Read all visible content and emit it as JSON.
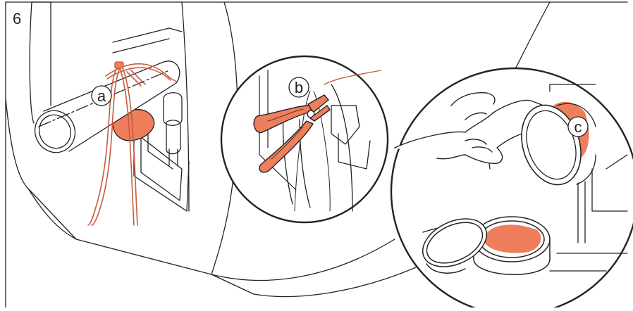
{
  "step": {
    "number": "6"
  },
  "callouts": {
    "a": "a",
    "b": "b",
    "c": "c"
  },
  "colors": {
    "accent": "#EE7E5C",
    "line": "#222222",
    "background": "#FFFFFF"
  },
  "icons": [
    "pipe",
    "cable-tie",
    "side-cutter-pliers",
    "hand",
    "grease-tin"
  ]
}
